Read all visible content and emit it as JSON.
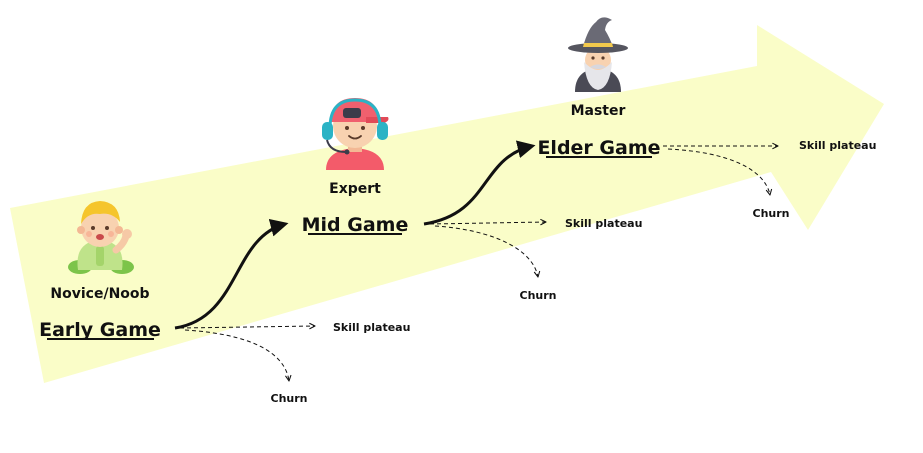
{
  "colors": {
    "arrow_fill": "#fafdc8",
    "ink": "#111111"
  },
  "stages": [
    {
      "role": "Novice/Noob",
      "stage": "Early Game",
      "plateau": "Skill plateau",
      "churn": "Churn",
      "icon": "baby-avatar-icon"
    },
    {
      "role": "Expert",
      "stage": "Mid Game",
      "plateau": "Skill plateau",
      "churn": "Churn",
      "icon": "gamer-headset-avatar-icon"
    },
    {
      "role": "Master",
      "stage": "Elder Game",
      "plateau": "Skill plateau",
      "churn": "Churn",
      "icon": "wizard-avatar-icon"
    }
  ]
}
